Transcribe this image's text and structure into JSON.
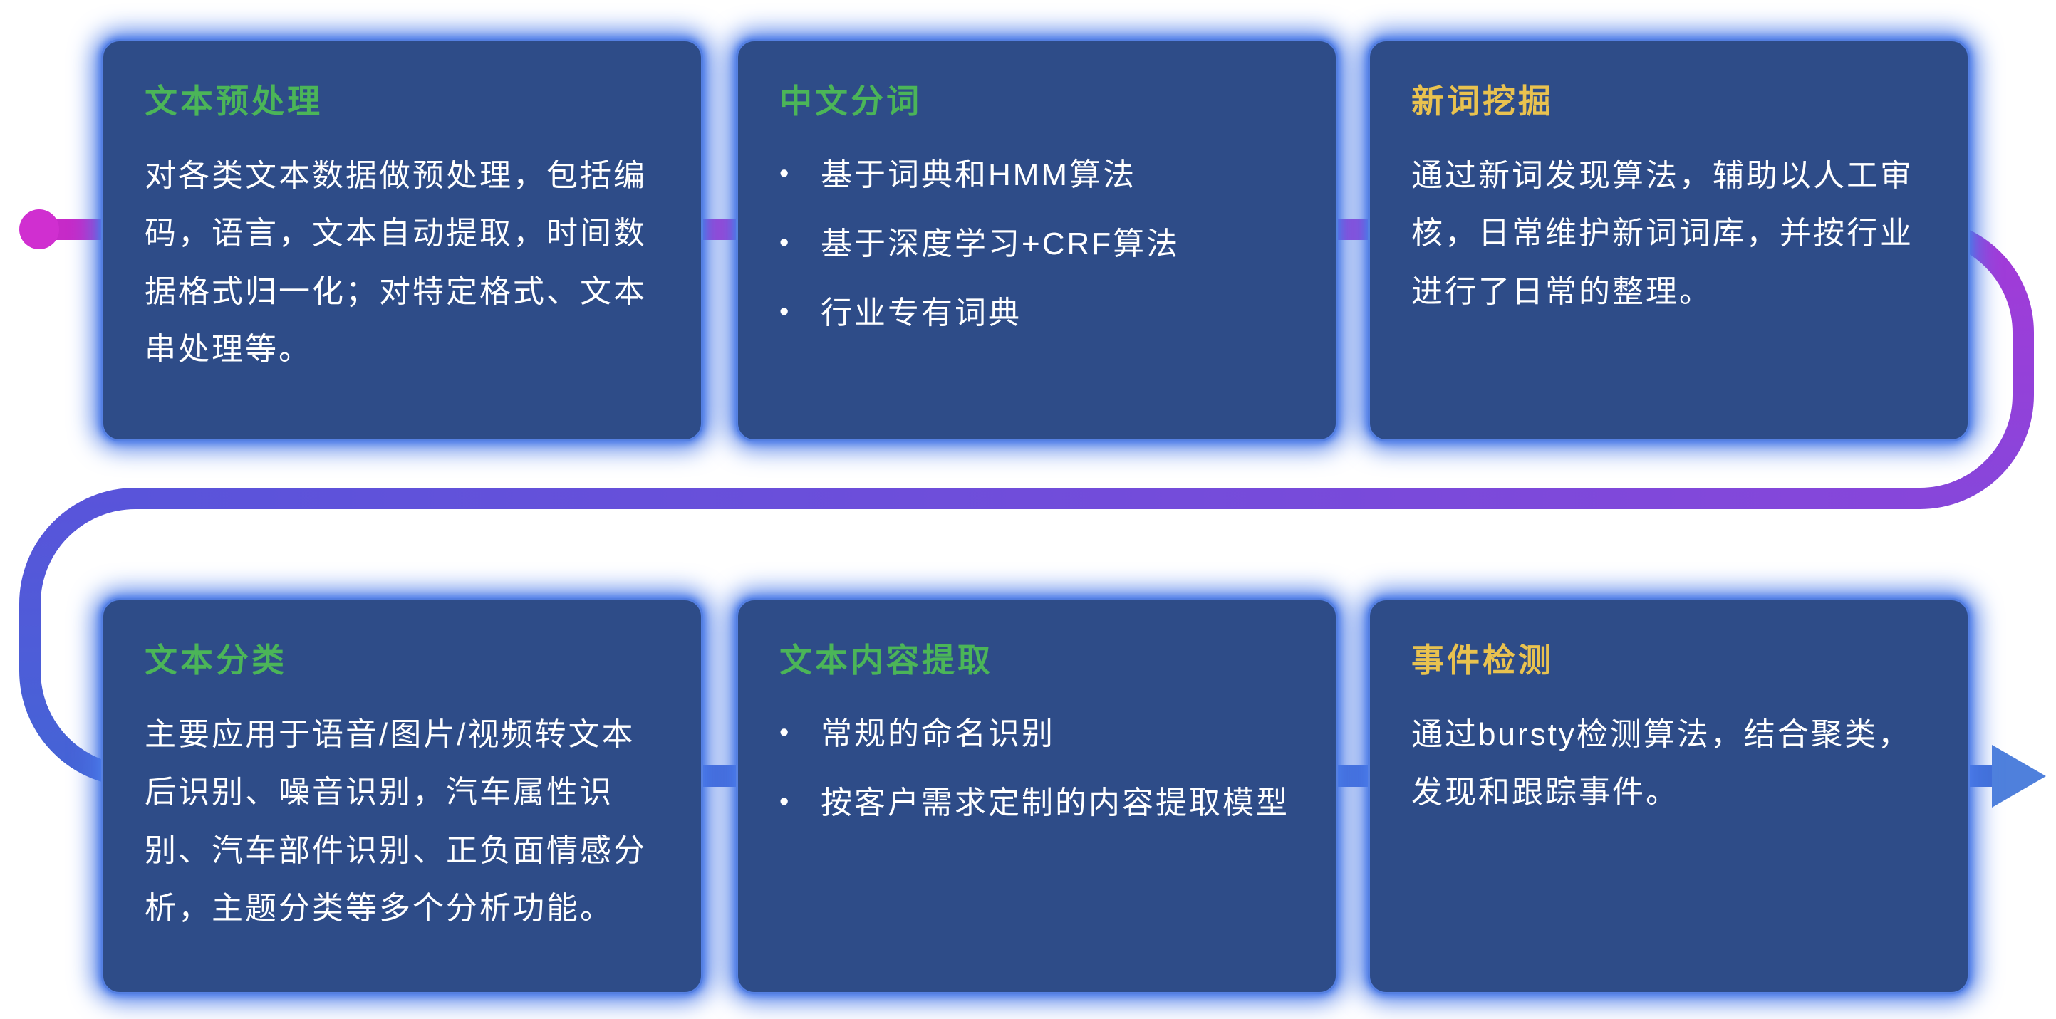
{
  "colors": {
    "card_bg": "#2e4c88",
    "card_glow": "#4a7ae8",
    "body_text": "#ffffff",
    "title_green": "#4bb558",
    "title_yellow": "#e9c24f",
    "dot_magenta": "#d02fd0",
    "line_magenta": "#c72ac8",
    "line_purple": "#a43ad8",
    "line_mid_purple": "#8746da",
    "line_blue_purple": "#5954da",
    "line_blue": "#4464d6",
    "line_end_blue": "#416fd8",
    "arrow_blue": "#4f80dc"
  },
  "glyphs": {
    "bullet": "•"
  },
  "cards": [
    {
      "title": "文本预处理",
      "title_color": "green",
      "body": "对各类文本数据做预处理，包括编码，语言，文本自动提取，时间数据格式归一化；对特定格式、文本串处理等。"
    },
    {
      "title": "中文分词",
      "title_color": "green",
      "bullets": [
        "基于词典和HMM算法",
        "基于深度学习+CRF算法",
        "行业专有词典"
      ]
    },
    {
      "title": "新词挖掘",
      "title_color": "yellow",
      "body": "通过新词发现算法，辅助以人工审核，日常维护新词词库，并按行业进行了日常的整理。"
    },
    {
      "title": "文本分类",
      "title_color": "green",
      "body": "主要应用于语音/图片/视频转文本后识别、噪音识别，汽车属性识别、汽车部件识别、正负面情感分析，主题分类等多个分析功能。"
    },
    {
      "title": "文本内容提取",
      "title_color": "green",
      "bullets": [
        "常规的命名识别",
        "按客户需求定制的内容提取模型"
      ]
    },
    {
      "title": "事件检测",
      "title_color": "yellow",
      "body": "通过bursty检测算法，结合聚类，发现和跟踪事件。"
    }
  ]
}
